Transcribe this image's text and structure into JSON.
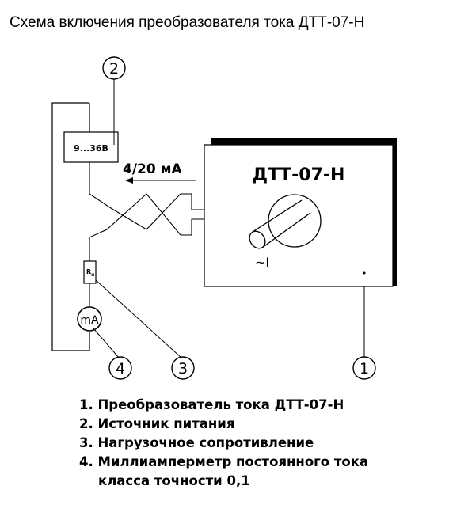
{
  "title": "Схема включения преобразователя тока ДТТ-07-Н",
  "device_label": "ДТТ-07-Н",
  "supply_label": "9...36В",
  "signal_label": "4/20 мА",
  "current_label": "~I",
  "resistor_label": "R",
  "resistor_subscript": "н",
  "meter_label": "mA",
  "callouts": [
    "1",
    "2",
    "3",
    "4"
  ],
  "legend": {
    "item1": "1. Преобразователь тока  ДТТ-07-Н",
    "item2": "2. Источник питания",
    "item3": "3. Нагрузочное сопротивление",
    "item4": "4. Миллиамперметр постоянного тока",
    "item4_cont": "класса точности 0,1"
  }
}
